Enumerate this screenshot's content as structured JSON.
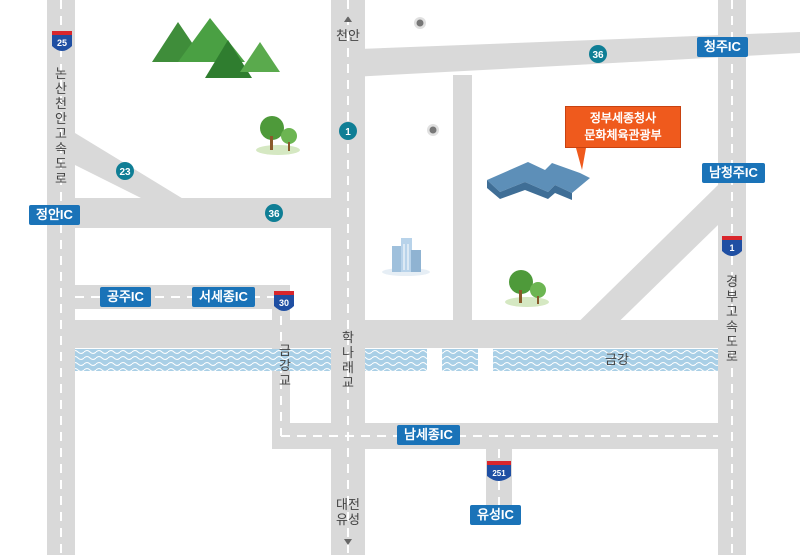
{
  "colors": {
    "road": "#d9d9d9",
    "road_dash": "#ffffff",
    "river": "#a9cfe6",
    "ic_label": "#1a73b8",
    "route_circle": "#0f7e95",
    "interstate_blue": "#1f4fa3",
    "interstate_red": "#d9262c",
    "destination": "#ef5a1d",
    "text": "#444444"
  },
  "direction_labels": {
    "north": "천안",
    "south": "대전\n유성"
  },
  "expressways": {
    "west": "논산천안고속도로",
    "east": "경부고속도로"
  },
  "bridges": {
    "geumgang": "금강교",
    "hangnarae": "학나래교"
  },
  "river_name": "금강",
  "interchanges": {
    "cheongju": "청주IC",
    "namcheongju": "남청주IC",
    "jeongan": "정안IC",
    "gongju": "공주IC",
    "seosejong": "서세종IC",
    "namsejong": "남세종IC",
    "yuseong": "유성IC"
  },
  "routes": {
    "r36_top": "36",
    "r36_mid": "36",
    "r1": "1",
    "r23": "23"
  },
  "interstates": {
    "i25": "25",
    "i1": "1",
    "i30": "30",
    "i251": "251"
  },
  "destination": {
    "line1": "정부세종청사",
    "line2": "문화체육관광부"
  },
  "icons": [
    "mountain-icon",
    "tree-icon",
    "building-icon",
    "government-complex-icon",
    "location-dot-icon",
    "arrow-up-icon",
    "arrow-down-icon"
  ]
}
